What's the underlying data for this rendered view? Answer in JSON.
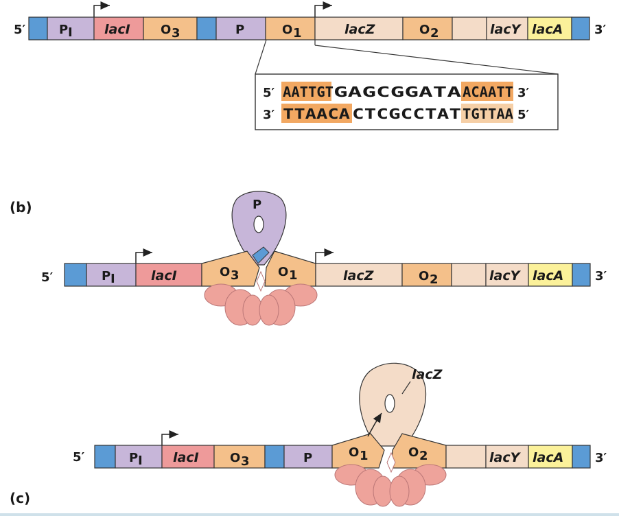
{
  "colors": {
    "blue": "#5b9bd5",
    "purple": "#c7b6d9",
    "red": "#ee9a9a",
    "orange": "#f4c08a",
    "cream": "#f4dcc8",
    "yellow": "#fbf19a",
    "highlight": "#f2a862",
    "repressor": "#eea39b"
  },
  "ends": {
    "five": "5′",
    "three": "3′"
  },
  "labels": {
    "PI_main": "P",
    "PI_sub": "I",
    "lacI": "lacI",
    "O3_main": "O",
    "O3_sub": "3",
    "P": "P",
    "O1_main": "O",
    "O1_sub": "1",
    "lacZ": "lacZ",
    "O2_main": "O",
    "O2_sub": "2",
    "lacY": "lacY",
    "lacA": "lacA"
  },
  "sequence": {
    "top_5": "5′",
    "top_left": "AATTGT",
    "top_mid": "GAGCGGATA",
    "top_right": "ACAATT",
    "top_3": "3′",
    "bottom_3": "3′",
    "bottom_left": "TTAACA",
    "bottom_mid": "CTCGCCTAT",
    "bottom_right": "TGTTAA",
    "bottom_5": "5′"
  },
  "panels": {
    "b": "(b)",
    "c": "(c)"
  },
  "loop_labels": {
    "b_loop": "P",
    "c_loop": "lacZ"
  }
}
